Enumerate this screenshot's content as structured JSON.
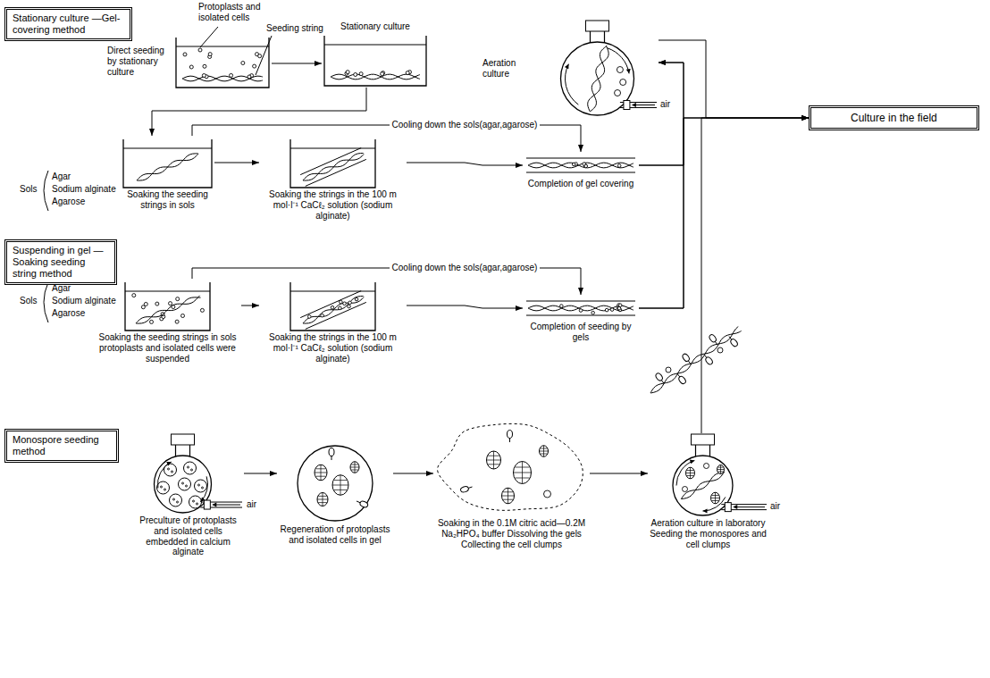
{
  "diagram": {
    "nodes": [
      {
        "text": [
          "Stationary culture —Gel-covering method"
        ]
      },
      {
        "text": [
          "Direct seeding by stationary culture"
        ]
      },
      {
        "text": [
          "Stationary culture"
        ]
      },
      {
        "text": [
          "Soaking the seeding strings in sols"
        ]
      },
      {
        "text": [
          "Soaking the strings in the 100 m mol·l⁻¹ CaCℓ₂ solution (sodium alginate)"
        ]
      },
      {
        "text": [
          "Completion of gel covering"
        ]
      },
      {
        "text": [
          "Suspending in gel —Soaking seeding string method"
        ]
      },
      {
        "text": [
          "Soaking the seeding strings in sols protoplasts and isolated cells were suspended"
        ]
      },
      {
        "text": [
          "Soaking the strings in the 100 m mol·l⁻¹ CaCℓ₂ solution (sodium alginate)"
        ]
      },
      {
        "text": [
          "Completion of seeding by gels"
        ]
      },
      {
        "text": [
          "Monospore seeding method"
        ]
      },
      {
        "text": [
          "Preculture of protoplasts and isolated cells embedded in calcium alginate"
        ]
      },
      {
        "text": [
          "Regeneration of protoplasts and isolated cells in gel"
        ]
      },
      {
        "text": [
          "Soaking in the 0.1M citric acid—0.2M Na₂HPO₄ buffer Dissolving the gels Collecting the cell clumps"
        ]
      },
      {
        "text": [
          "Aeration culture in laboratory Seeding the monospores and cell clumps"
        ]
      },
      {
        "text": [
          "Aeration culture"
        ]
      },
      {
        "text": [
          "Culture in the field"
        ]
      }
    ],
    "edges": [
      {
        "from": 1,
        "to": 2,
        "arrow": "to"
      },
      {
        "from": 2,
        "to": 3,
        "arrow": "to"
      },
      {
        "from": 3,
        "to": 4,
        "arrow": "to"
      },
      {
        "from": 3,
        "to": 5,
        "label": "Cooling down the sols(agar,agarose)",
        "arrow": "to"
      },
      {
        "from": 4,
        "to": 5,
        "arrow": "to"
      },
      {
        "from": 5,
        "to": 15,
        "arrow": "to"
      },
      {
        "from": 5,
        "to": 16,
        "arrow": "to"
      },
      {
        "from": 15,
        "to": 16,
        "arrow": "to"
      },
      {
        "from": 7,
        "to": 8,
        "arrow": "to"
      },
      {
        "from": 7,
        "to": 9,
        "label": "Cooling down the sols(agar,agarose)",
        "arrow": "to"
      },
      {
        "from": 8,
        "to": 9,
        "arrow": "to"
      },
      {
        "from": 9,
        "to": 15,
        "arrow": "to"
      },
      {
        "from": 9,
        "to": 16,
        "arrow": "to"
      },
      {
        "from": 11,
        "to": 12,
        "arrow": "to"
      },
      {
        "from": 12,
        "to": 13,
        "arrow": "to"
      },
      {
        "from": 13,
        "to": 14,
        "arrow": "to"
      },
      {
        "from": 14,
        "to": 16,
        "arrow": "to"
      }
    ],
    "labels": [
      "Protoplasts and isolated cells",
      "Seeding string",
      "Sols",
      "Agar",
      "Sodium alginate",
      "Agarose",
      "Sols",
      "Agar",
      "Sodium alginate",
      "Agarose",
      "air",
      "air",
      "air"
    ]
  }
}
